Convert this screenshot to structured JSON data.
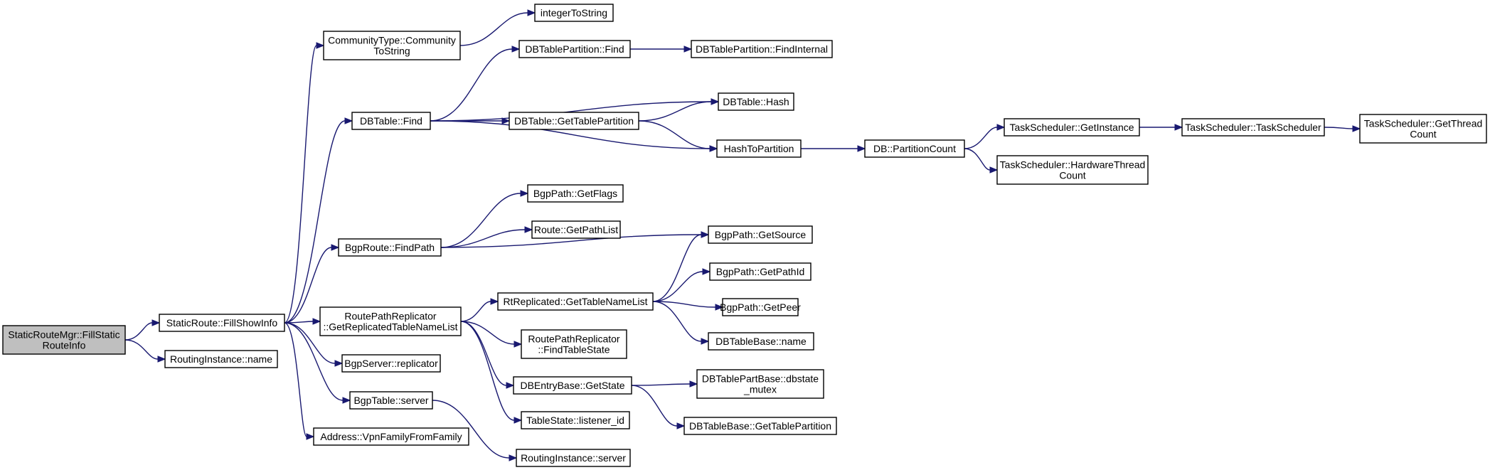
{
  "diagram": {
    "nodes": [
      {
        "id": "root",
        "lines": [
          "StaticRouteMgr::FillStatic",
          "RouteInfo"
        ],
        "root": true
      },
      {
        "id": "fillshow",
        "lines": [
          "StaticRoute::FillShowInfo"
        ]
      },
      {
        "id": "ri_name",
        "lines": [
          "RoutingInstance::name"
        ]
      },
      {
        "id": "commtype",
        "lines": [
          "CommunityType::Community",
          "ToString"
        ]
      },
      {
        "id": "int2str",
        "lines": [
          "integerToString"
        ]
      },
      {
        "id": "dbtfind",
        "lines": [
          "DBTable::Find"
        ]
      },
      {
        "id": "dbtpfind",
        "lines": [
          "DBTablePartition::Find"
        ]
      },
      {
        "id": "dbtpfindint",
        "lines": [
          "DBTablePartition::FindInternal"
        ]
      },
      {
        "id": "dbthash",
        "lines": [
          "DBTable::Hash"
        ]
      },
      {
        "id": "dbtgettp",
        "lines": [
          "DBTable::GetTablePartition"
        ]
      },
      {
        "id": "hash2part",
        "lines": [
          "HashToPartition"
        ]
      },
      {
        "id": "dbpartcount",
        "lines": [
          "DB::PartitionCount"
        ]
      },
      {
        "id": "tsgetinst",
        "lines": [
          "TaskScheduler::GetInstance"
        ]
      },
      {
        "id": "tsts",
        "lines": [
          "TaskScheduler::TaskScheduler"
        ]
      },
      {
        "id": "tsgetthread",
        "lines": [
          "TaskScheduler::GetThread",
          "Count"
        ]
      },
      {
        "id": "tshwthread",
        "lines": [
          "TaskScheduler::HardwareThread",
          "Count"
        ]
      },
      {
        "id": "bgpfindpath",
        "lines": [
          "BgpRoute::FindPath"
        ]
      },
      {
        "id": "bgpgetflags",
        "lines": [
          "BgpPath::GetFlags"
        ]
      },
      {
        "id": "routegetpl",
        "lines": [
          "Route::GetPathList"
        ]
      },
      {
        "id": "bgpgetsrc",
        "lines": [
          "BgpPath::GetSource"
        ]
      },
      {
        "id": "rprgrtnl",
        "lines": [
          "RoutePathReplicator",
          "::GetReplicatedTableNameList"
        ]
      },
      {
        "id": "rtrepgtnl",
        "lines": [
          "RtReplicated::GetTableNameList"
        ]
      },
      {
        "id": "bgpgetpathid",
        "lines": [
          "BgpPath::GetPathId"
        ]
      },
      {
        "id": "bgpgetpeer",
        "lines": [
          "BgpPath::GetPeer"
        ]
      },
      {
        "id": "dbtbname",
        "lines": [
          "DBTableBase::name"
        ]
      },
      {
        "id": "rprfts",
        "lines": [
          "RoutePathReplicator",
          "::FindTableState"
        ]
      },
      {
        "id": "bgpsrvrepl",
        "lines": [
          "BgpServer::replicator"
        ]
      },
      {
        "id": "dbebgetstate",
        "lines": [
          "DBEntryBase::GetState"
        ]
      },
      {
        "id": "dbtpbmutex",
        "lines": [
          "DBTablePartBase::dbstate",
          "_mutex"
        ]
      },
      {
        "id": "dbtbgettp",
        "lines": [
          "DBTableBase::GetTablePartition"
        ]
      },
      {
        "id": "tslistener",
        "lines": [
          "TableState::listener_id"
        ]
      },
      {
        "id": "bgptsrv",
        "lines": [
          "BgpTable::server"
        ]
      },
      {
        "id": "addrvpn",
        "lines": [
          "Address::VpnFamilyFromFamily"
        ]
      },
      {
        "id": "risrv",
        "lines": [
          "RoutingInstance::server"
        ]
      }
    ],
    "edges": [
      [
        "root",
        "fillshow"
      ],
      [
        "root",
        "ri_name"
      ],
      [
        "fillshow",
        "commtype"
      ],
      [
        "fillshow",
        "dbtfind"
      ],
      [
        "fillshow",
        "bgpfindpath"
      ],
      [
        "fillshow",
        "rprgrtnl"
      ],
      [
        "fillshow",
        "bgpsrvrepl"
      ],
      [
        "fillshow",
        "bgptsrv"
      ],
      [
        "fillshow",
        "addrvpn"
      ],
      [
        "commtype",
        "int2str"
      ],
      [
        "dbtfind",
        "dbtpfind"
      ],
      [
        "dbtfind",
        "dbthash"
      ],
      [
        "dbtfind",
        "dbtgettp"
      ],
      [
        "dbtfind",
        "hash2part"
      ],
      [
        "dbtpfind",
        "dbtpfindint"
      ],
      [
        "dbtgettp",
        "dbthash"
      ],
      [
        "dbtgettp",
        "hash2part"
      ],
      [
        "hash2part",
        "dbpartcount"
      ],
      [
        "dbpartcount",
        "tsgetinst"
      ],
      [
        "dbpartcount",
        "tshwthread"
      ],
      [
        "tsgetinst",
        "tsts"
      ],
      [
        "tsts",
        "tsgetthread"
      ],
      [
        "bgpfindpath",
        "bgpgetflags"
      ],
      [
        "bgpfindpath",
        "routegetpl"
      ],
      [
        "bgpfindpath",
        "bgpgetsrc"
      ],
      [
        "rprgrtnl",
        "rtrepgtnl"
      ],
      [
        "rprgrtnl",
        "rprfts"
      ],
      [
        "rprgrtnl",
        "dbebgetstate"
      ],
      [
        "rprgrtnl",
        "tslistener"
      ],
      [
        "rtrepgtnl",
        "bgpgetsrc"
      ],
      [
        "rtrepgtnl",
        "bgpgetpathid"
      ],
      [
        "rtrepgtnl",
        "bgpgetpeer"
      ],
      [
        "rtrepgtnl",
        "dbtbname"
      ],
      [
        "dbebgetstate",
        "dbtpbmutex"
      ],
      [
        "dbebgetstate",
        "dbtbgettp"
      ],
      [
        "bgptsrv",
        "risrv"
      ]
    ]
  }
}
